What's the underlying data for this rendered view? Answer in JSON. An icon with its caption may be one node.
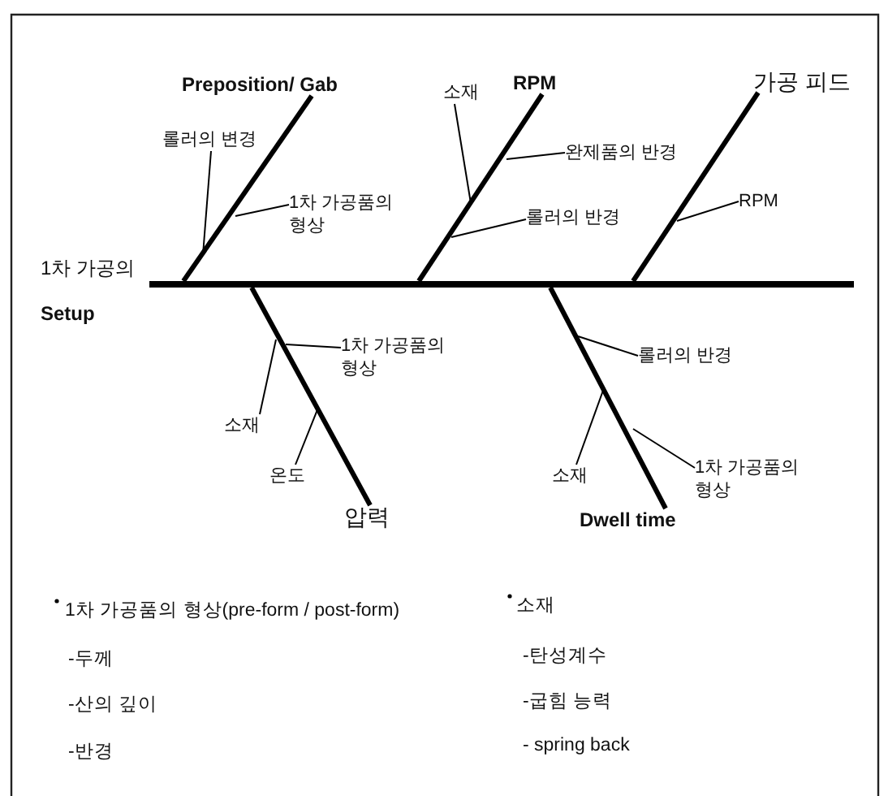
{
  "diagram": {
    "nodes": [
      {
        "text": [
          "1차 가공의",
          "Setup"
        ]
      },
      {
        "text": [],
        "shape": "bar"
      },
      {
        "text": [
          "Preposition/ Gab"
        ]
      },
      {
        "text": [
          "RPM"
        ]
      },
      {
        "text": [
          "가공 피드"
        ]
      },
      {
        "text": [
          "소재"
        ]
      },
      {
        "text": [
          "롤러의 변경"
        ]
      },
      {
        "text": [
          "완제품의 반경"
        ]
      },
      {
        "text": [
          "RPM"
        ]
      },
      {
        "text": [
          "1차 가공품의 형상"
        ]
      },
      {
        "text": [
          "롤러의 반경"
        ]
      },
      {
        "text": [
          "1차 가공품의 형상"
        ]
      },
      {
        "text": [
          "롤러의 반경"
        ]
      },
      {
        "text": [
          "소재"
        ]
      },
      {
        "text": [
          "소재"
        ]
      },
      {
        "text": [
          "1차 가공품의 형상"
        ]
      },
      {
        "text": [
          "온도"
        ]
      },
      {
        "text": [
          "압력"
        ]
      },
      {
        "text": [
          "Dwell time"
        ]
      }
    ],
    "edges": [
      {
        "from": 2,
        "to": 1,
        "arrow": "none",
        "style": "thick"
      },
      {
        "from": 3,
        "to": 1,
        "arrow": "none",
        "style": "thick"
      },
      {
        "from": 4,
        "to": 1,
        "arrow": "none",
        "style": "thick"
      },
      {
        "from": 17,
        "to": 1,
        "arrow": "none",
        "style": "thick"
      },
      {
        "from": 18,
        "to": 1,
        "arrow": "none",
        "style": "thick"
      },
      {
        "from": 5,
        "to": null,
        "arrow": "none"
      },
      {
        "from": 6,
        "to": null,
        "arrow": "none"
      },
      {
        "from": 7,
        "to": null,
        "arrow": "none"
      },
      {
        "from": 8,
        "to": null,
        "arrow": "none"
      },
      {
        "from": 9,
        "to": null,
        "arrow": "none"
      },
      {
        "from": 10,
        "to": null,
        "arrow": "none"
      },
      {
        "from": 11,
        "to": null,
        "arrow": "none"
      },
      {
        "from": 12,
        "to": null,
        "arrow": "none"
      },
      {
        "from": 13,
        "to": null,
        "arrow": "none"
      },
      {
        "from": 14,
        "to": null,
        "arrow": "none"
      },
      {
        "from": 15,
        "to": null,
        "arrow": "none"
      },
      {
        "from": 16,
        "to": null,
        "arrow": "none"
      }
    ],
    "labels": [
      "1차 가공품의 형상(pre-form / post-form)",
      "소재",
      "-두께",
      "-탄성계수",
      "-산의 깊이",
      "-굽힘 능력",
      "-반경",
      "- spring back"
    ]
  }
}
